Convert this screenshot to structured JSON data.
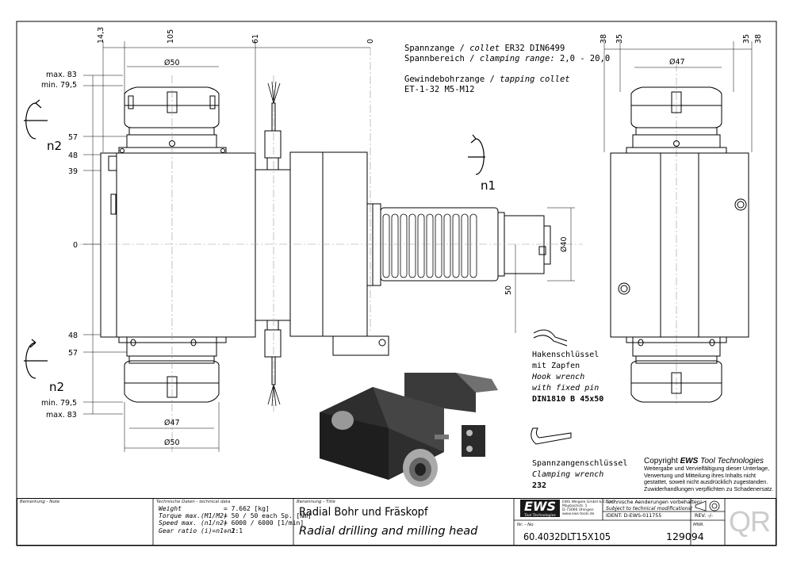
{
  "dims": {
    "top_143": "14,3",
    "top_105": "105",
    "top_61": "61",
    "top_0": "0",
    "dia50_top": "Ø50",
    "max83_top": "max. 83",
    "min795_top": "min. 79,5",
    "v57_top": "57",
    "v48_top": "48",
    "v39": "39",
    "v0": "0",
    "v48_bot": "48",
    "v57_bot": "57",
    "min795_bot": "min. 79,5",
    "max83_bot": "max. 83",
    "dia47_bot": "Ø47",
    "dia50_bot": "Ø50",
    "dia40": "Ø40",
    "v50": "50",
    "side_38_left": "38",
    "side_35_left": "35",
    "side_35_right": "35",
    "side_38_right": "38",
    "dia47_side": "Ø47",
    "n1": "n1",
    "n2_top": "n2",
    "n2_bot": "n2"
  },
  "notes": {
    "collet_line1_de": "Spannzange / ",
    "collet_line1_en": "collet",
    "collet_line1_spec": "  ER32   DIN6499",
    "collet_line2_de": "Spannbereich / ",
    "collet_line2_en": "clamping range:",
    "collet_line2_spec": " 2,0 - 20,0",
    "tap_line1_de": "Gewindebohrzange / ",
    "tap_line1_en": "tapping collet",
    "tap_line2": "ET-1-32  M5-M12"
  },
  "wrench": {
    "hook_de1": "Hakenschlüssel",
    "hook_de2": "mit Zapfen",
    "hook_en1": "Hook wrench",
    "hook_en2": "with fixed pin",
    "hook_spec": "DIN1810 B 45x50",
    "clamp_de": "Spannzangenschlüssel",
    "clamp_en": "Clamping wrench",
    "clamp_spec": "232"
  },
  "copyright": {
    "title_prefix": "Copyright ",
    "title_brand": "EWS",
    "title_suffix": " Tool Technologies",
    "l1": "Weitergabe und Vervielfältigung dieser Unterlage,",
    "l2": "Verwertung und Mitteilung ihres Inhalts nicht",
    "l3": "gestattet, soweit nicht ausdrücklich zugestanden.",
    "l4": "Zuwiderhandlungen verpflichten zu Schadenersatz."
  },
  "titleblock": {
    "note_label": "Bemerkung - Note",
    "tech_label": "Technische Daten - technical data",
    "weight_label": "Weight",
    "weight_val": "=  7.662 [kg]",
    "torque_label": "Torque max.(M1/M2)",
    "torque_val": "=  50 / 50 each Sp. [Nm]",
    "speed_label": "Speed max.  (n1/n2)",
    "speed_val": "=  6000 / 6000 [1/min]",
    "gear_label": "Gear ratio  (i)=n1:n2",
    "gear_val": "=  1:1",
    "name_label": "Benennung - Title",
    "title_de": "Radial Bohr und Fräskopf",
    "title_en": "Radial drilling and milling head",
    "logo": "EWS",
    "logo_sub": "Tool Technologies",
    "company_l1": "EWS Weigele GmbH & Co. KG",
    "company_l2": "Maybachstr. 1",
    "company_l3": "D-73066 Uhingen",
    "company_l4": "www.ews-tools.de",
    "change_de": "Technische Aenderungen vorbehalten!",
    "change_en": "Subject to technical modifications!",
    "ident": "IDENT:  D-EWS-011755",
    "rev": "REV:  -/-",
    "nr_label": "Nr. - No",
    "part_no": "60.4032DLT15X105",
    "mnr_label": "MNR.",
    "mnr": "129094",
    "qr": "QR"
  },
  "colors": {
    "line": "#000000",
    "grey": "#b8b8b8",
    "body_dark": "#3a3a3a"
  }
}
